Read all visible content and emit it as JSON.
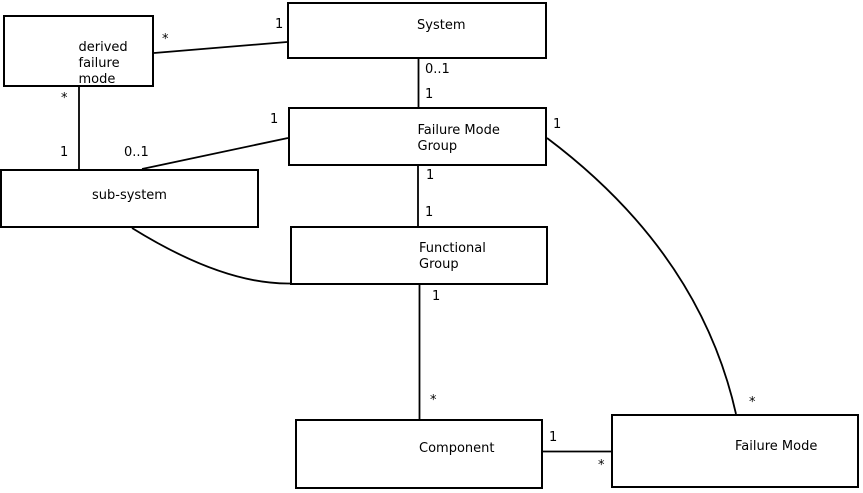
{
  "diagram": {
    "colors": {
      "background": "#ffffff",
      "line": "#000000",
      "text": "#000000"
    },
    "entities": {
      "derived_failure_mode": {
        "label": "derived\nfailure\nmode"
      },
      "system": {
        "label": "System"
      },
      "failure_mode_group": {
        "label": "Failure Mode\nGroup"
      },
      "sub_system": {
        "label": "sub-system"
      },
      "functional_group": {
        "label": "Functional\nGroup"
      },
      "component": {
        "label": "Component"
      },
      "failure_mode": {
        "label": "Failure Mode"
      }
    },
    "multiplicities": [
      {
        "text": "1",
        "on": "derived_failure_mode-system",
        "end": "system"
      },
      {
        "text": "*",
        "on": "derived_failure_mode-system",
        "end": "derived_failure_mode"
      },
      {
        "text": "*",
        "on": "derived_failure_mode-sub_system",
        "end": "derived_failure_mode"
      },
      {
        "text": "1",
        "on": "derived_failure_mode-sub_system",
        "end": "sub_system"
      },
      {
        "text": "0..1",
        "on": "sub_system-failure_mode_group",
        "end": "sub_system"
      },
      {
        "text": "1",
        "on": "sub_system-failure_mode_group",
        "end": "failure_mode_group"
      },
      {
        "text": "0..1",
        "on": "system-failure_mode_group",
        "end": "system"
      },
      {
        "text": "1",
        "on": "system-failure_mode_group",
        "end": "failure_mode_group"
      },
      {
        "text": "1",
        "on": "failure_mode_group-failure_mode",
        "end": "failure_mode_group"
      },
      {
        "text": "1",
        "on": "failure_mode_group-functional_group",
        "end": "failure_mode_group"
      },
      {
        "text": "1",
        "on": "failure_mode_group-functional_group",
        "end": "functional_group"
      },
      {
        "text": "1",
        "on": "functional_group-component",
        "end": "functional_group"
      },
      {
        "text": "*",
        "on": "functional_group-component",
        "end": "component"
      },
      {
        "text": "1",
        "on": "component-failure_mode",
        "end": "component"
      },
      {
        "text": "*",
        "on": "component-failure_mode",
        "end": "failure_mode"
      },
      {
        "text": "*",
        "on": "failure_mode_group-failure_mode",
        "end": "failure_mode"
      }
    ]
  }
}
